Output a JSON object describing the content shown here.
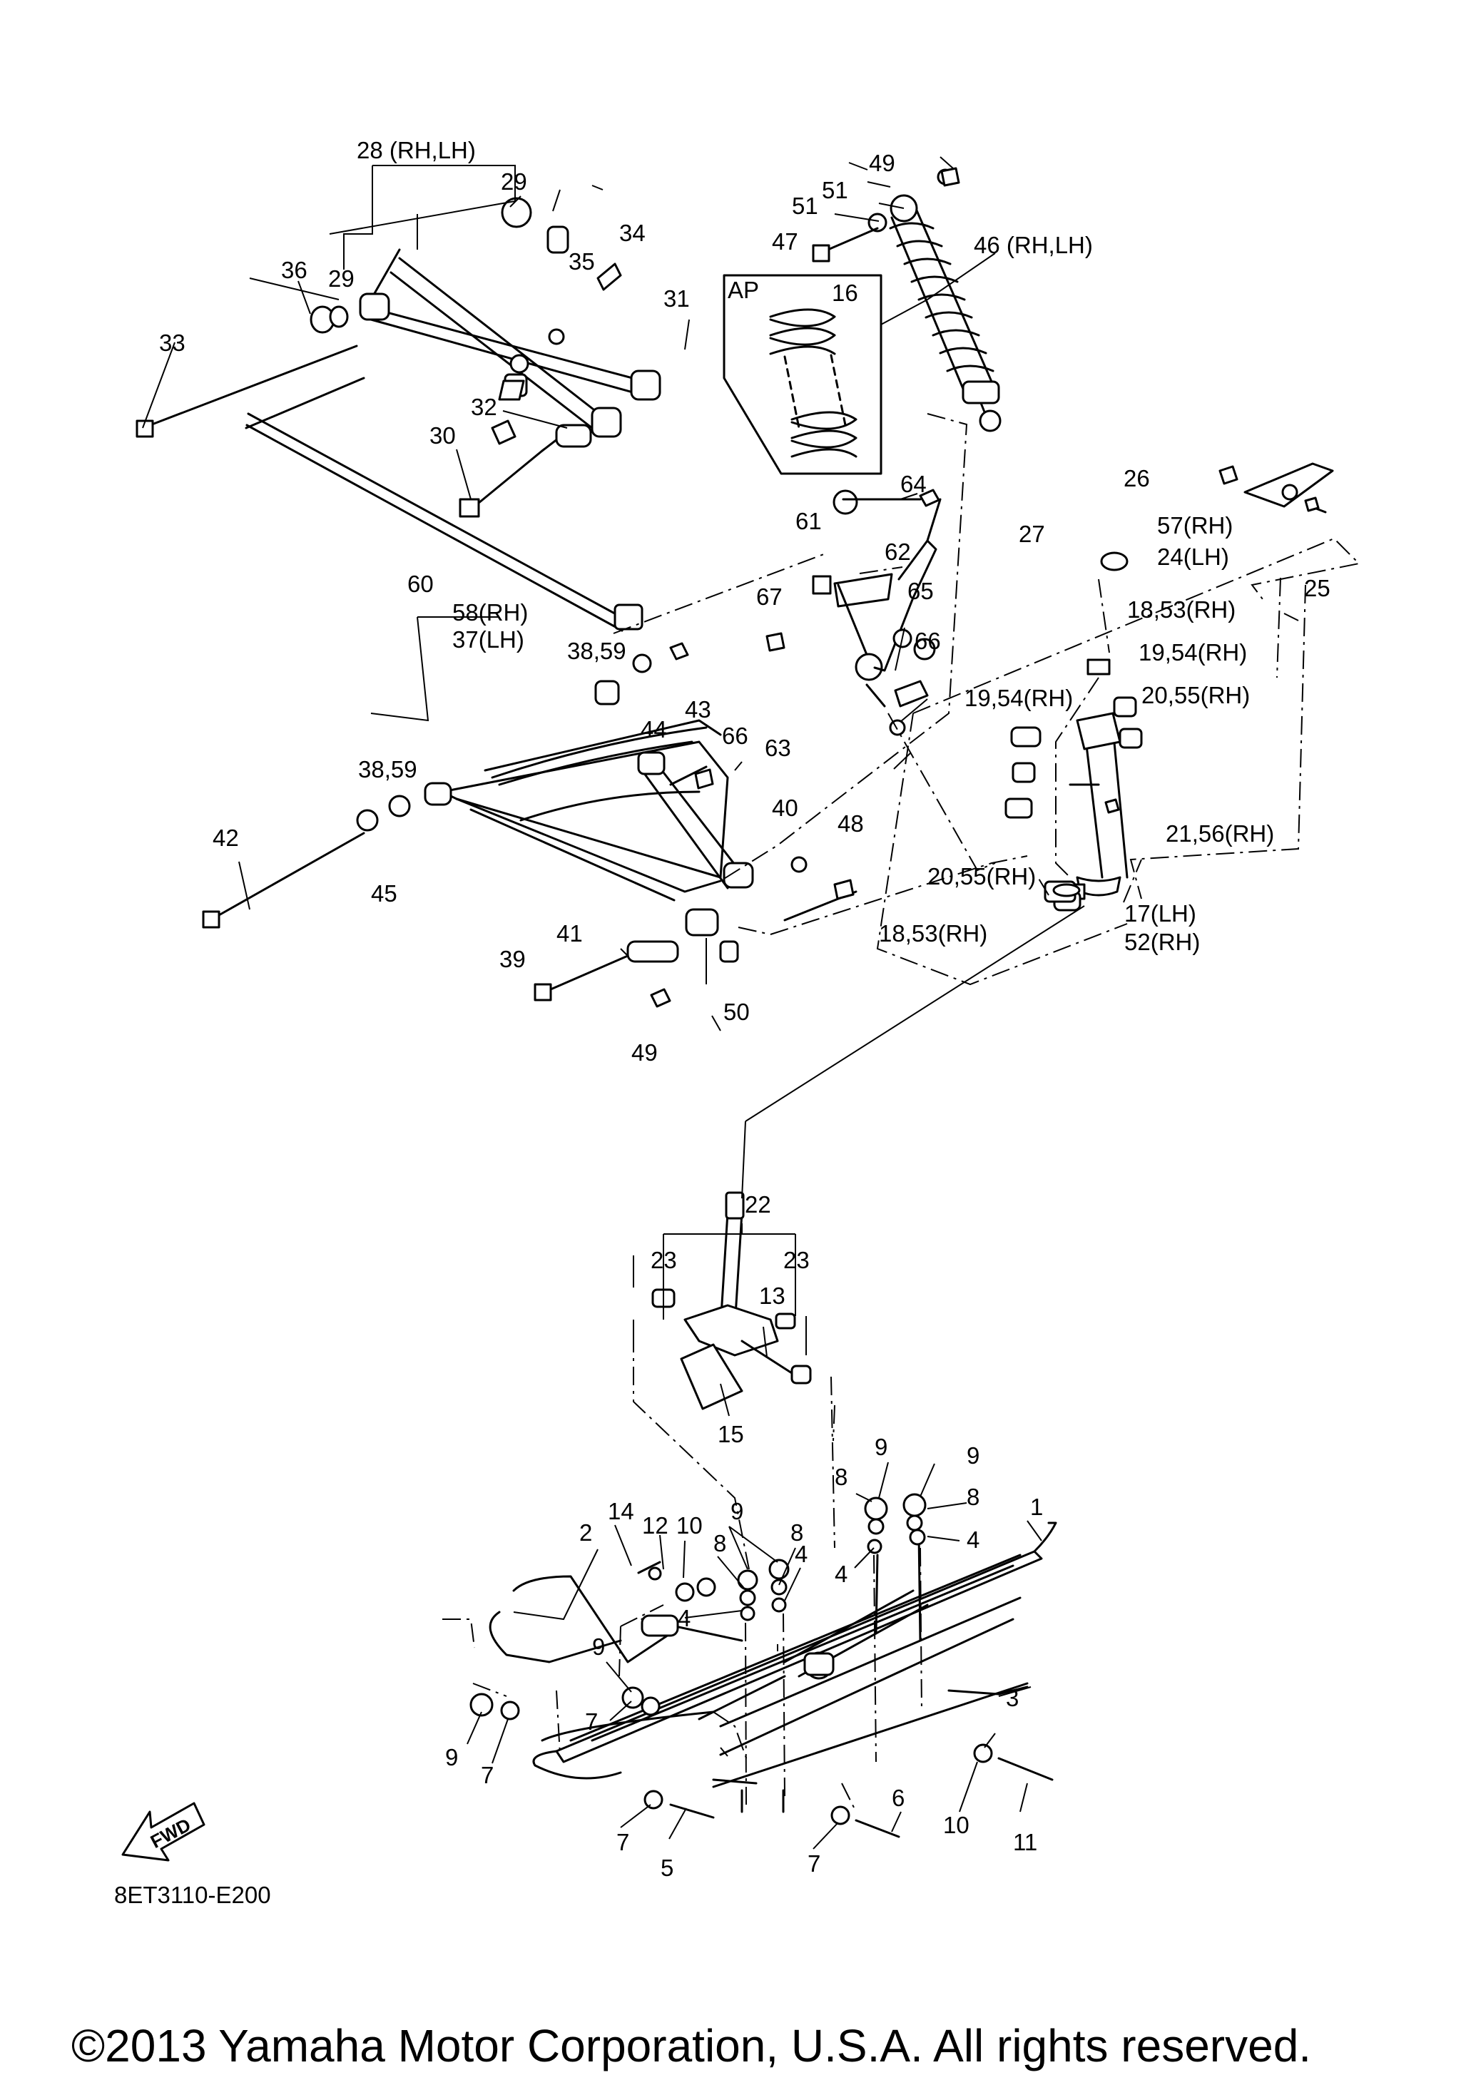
{
  "diagram_code": "8ET3110-E200",
  "copyright": "©2013 Yamaha Motor Corporation, U.S.A. All rights reserved.",
  "fwd_label": "FWD",
  "ap_label": "AP",
  "labels": [
    "28 (RH,LH)",
    "29",
    "34",
    "35",
    "29",
    "36",
    "33",
    "31",
    "32",
    "30",
    "60",
    "49",
    "51",
    "51",
    "47",
    "46 (RH,LH)",
    "16",
    "64",
    "61",
    "62",
    "65",
    "66",
    "67",
    "63",
    "26",
    "57(RH)",
    "24(LH)",
    "27",
    "25",
    "18,53(RH)",
    "19,54(RH)",
    "19,54(RH)",
    "20,55(RH)",
    "58(RH)",
    "37(LH)",
    "38,59",
    "43",
    "44",
    "66",
    "38,59",
    "42",
    "45",
    "40",
    "48",
    "20,55(RH)",
    "21,56(RH)",
    "18,53(RH)",
    "17(LH)",
    "52(RH)",
    "41",
    "39",
    "50",
    "49",
    "22",
    "23",
    "23",
    "13",
    "15",
    "9",
    "9",
    "8",
    "8",
    "4",
    "4",
    "1",
    "14",
    "12",
    "10",
    "9",
    "8",
    "8",
    "4",
    "2",
    "4",
    "9",
    "3",
    "9",
    "7",
    "7",
    "10",
    "11",
    "6",
    "7",
    "7",
    "5"
  ]
}
